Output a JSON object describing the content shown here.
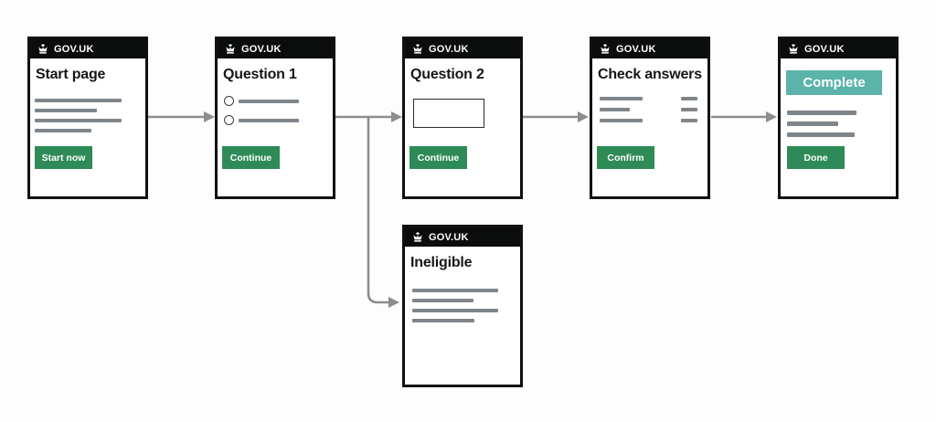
{
  "brand": "GOV.UK",
  "colors": {
    "header_bg": "#0b0c0c",
    "card_border": "#111111",
    "button_green": "#2e8b57",
    "banner_teal": "#5bb3aa",
    "placeholder_gray": "#7f858b",
    "arrow_gray": "#8d8d8d"
  },
  "cards": [
    {
      "id": "start-page",
      "title": "Start page",
      "button": "Start now"
    },
    {
      "id": "question-1",
      "title": "Question 1",
      "button": "Continue"
    },
    {
      "id": "question-2",
      "title": "Question 2",
      "button": "Continue"
    },
    {
      "id": "check-answers",
      "title": "Check answers",
      "button": "Confirm"
    },
    {
      "id": "complete",
      "banner": "Complete",
      "button": "Done"
    },
    {
      "id": "ineligible",
      "title": "Ineligible"
    }
  ],
  "flow": {
    "connections": [
      "start-page -> question-1",
      "question-1 -> question-2",
      "question-1 -> ineligible",
      "question-2 -> check-answers",
      "check-answers -> complete"
    ]
  }
}
